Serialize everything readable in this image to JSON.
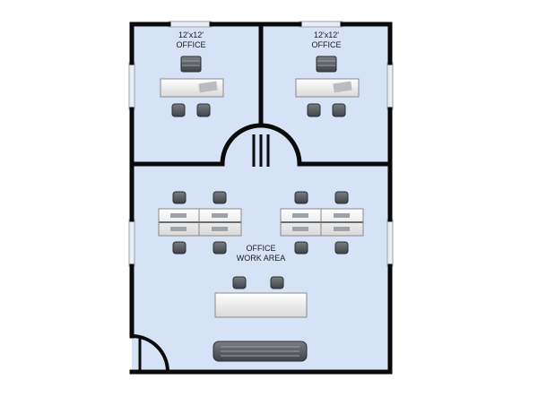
{
  "rooms": {
    "office_left": {
      "size": "12'x12'",
      "name": "OFFICE"
    },
    "office_right": {
      "size": "12'x12'",
      "name": "OFFICE"
    },
    "work_area": {
      "line1": "OFFICE",
      "line2": "WORK AREA"
    }
  },
  "colors": {
    "floor": "#d6e3f6",
    "wall": "#0a0a0a",
    "window": "#e9eef5",
    "desk": "#f1f1f1",
    "chair": "#5e6266",
    "cabinet": "#4a4e52"
  }
}
